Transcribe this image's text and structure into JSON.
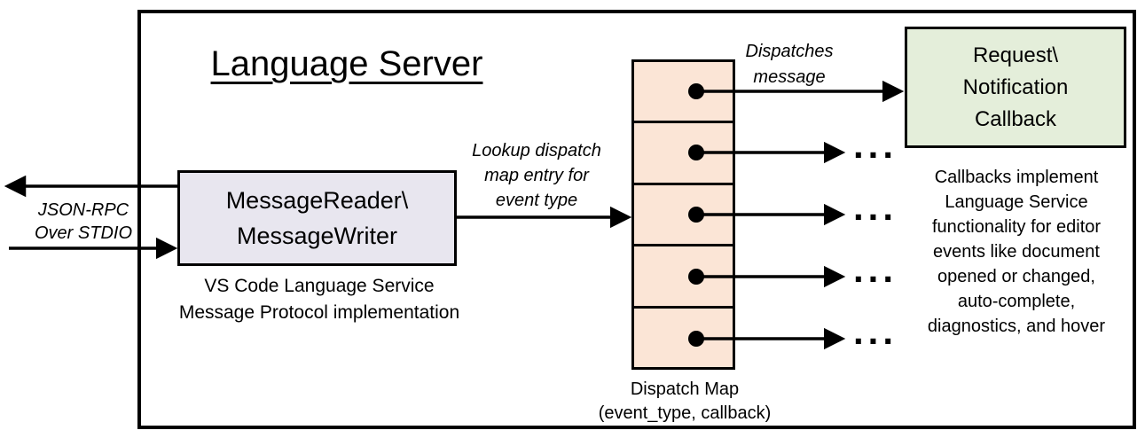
{
  "title": "Language Server",
  "io_arrows": {
    "label_line1": "JSON-RPC",
    "label_line2": "Over STDIO"
  },
  "reader_box": {
    "label_line1": "MessageReader\\",
    "label_line2": "MessageWriter",
    "caption_line1": "VS Code Language Service",
    "caption_line2": "Message Protocol implementation"
  },
  "lookup_arrow": {
    "label_line1": "Lookup dispatch",
    "label_line2": "map entry for",
    "label_line3": "event type"
  },
  "dispatch_arrow": {
    "label_line1": "Dispatches",
    "label_line2": "message"
  },
  "dispatch_map": {
    "caption_line1": "Dispatch Map",
    "caption_line2": "(event_type, callback)",
    "cell_count": 5,
    "ellipsis": "..."
  },
  "callback_box": {
    "label_line1": "Request\\",
    "label_line2": "Notification",
    "label_line3": "Callback"
  },
  "callbacks_note": {
    "lines": [
      "Callbacks implement",
      "Language Service",
      "functionality for editor",
      "events like document",
      "opened or changed,",
      "auto-complete,",
      "diagnostics, and hover"
    ]
  },
  "colors": {
    "outline": "#000000",
    "reader_fill": "#e8e6ef",
    "map_cell_fill": "#fbe5d6",
    "callback_fill": "#e4eeda"
  }
}
